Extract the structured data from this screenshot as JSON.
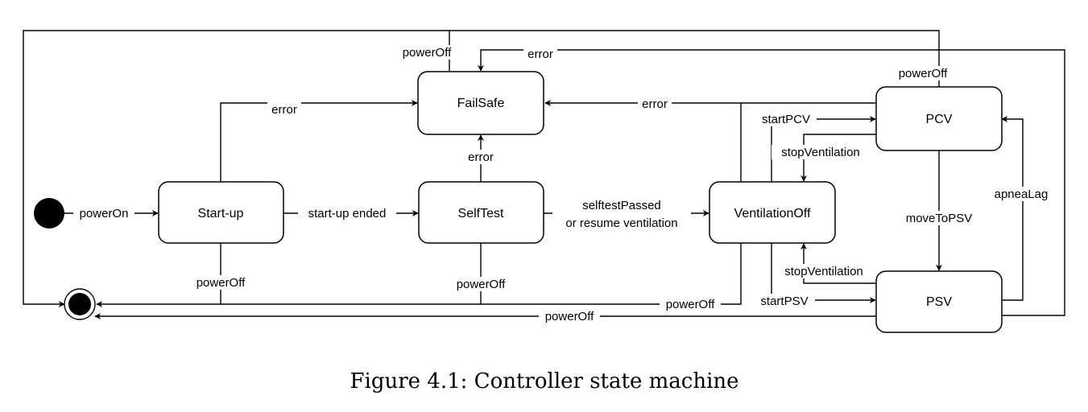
{
  "states": {
    "failsafe": "FailSafe",
    "startup": "Start-up",
    "selftest": "SelfTest",
    "ventoff": "VentilationOff",
    "pcv": "PCV",
    "psv": "PSV"
  },
  "labels": {
    "poweron": "powerOn",
    "startup_ended": "start-up ended",
    "selftest_passed_1": "selftestPassed",
    "selftest_passed_2": "or resume ventilation",
    "error_startup": "error",
    "error_selftest": "error",
    "error_ventoff": "error",
    "error_top": "error",
    "poweroff_failsafe": "powerOff",
    "poweroff_pcv": "powerOff",
    "poweroff_startup": "powerOff",
    "poweroff_selftest": "powerOff",
    "poweroff_ventoff": "powerOff",
    "poweroff_psv": "powerOff",
    "start_pcv": "startPCV",
    "stop_vent_pcv": "stopVentilation",
    "stop_vent_psv": "stopVentilation",
    "start_psv": "startPSV",
    "move_to_psv": "moveToPSV",
    "apnea_lag": "apneaLag"
  },
  "caption": "Figure 4.1: Controller state machine"
}
